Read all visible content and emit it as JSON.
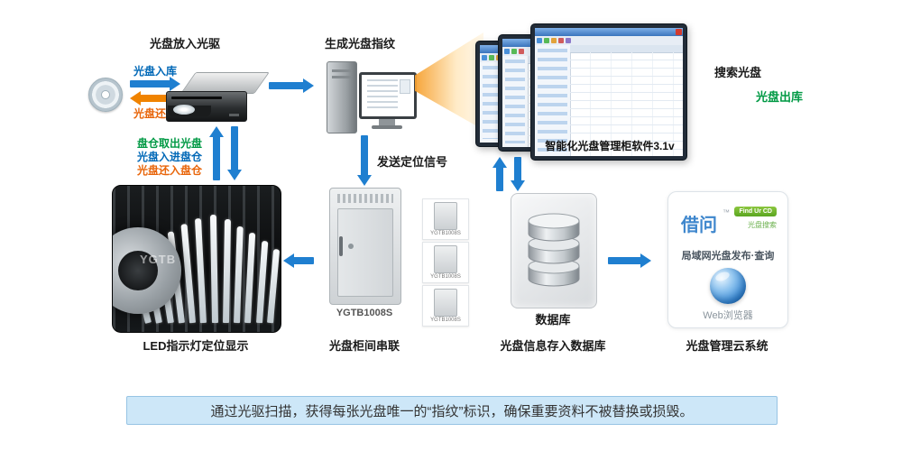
{
  "colors": {
    "arrow_blue": "#1f7fd0",
    "arrow_orange": "#f08300",
    "text_green": "#009944",
    "text_blue": "#0068b7",
    "text_orange": "#e8650a",
    "banner_bg": "#cde7f8"
  },
  "header": {
    "drive_title": "光盘放入光驱",
    "fingerprint_title": "生成光盘指纹"
  },
  "flow": {
    "disc_in": "光盘入库",
    "disc_return": "光盘还库",
    "bin_take_out": "盘仓取出光盘",
    "bin_put_in": "光盘入进盘仓",
    "bin_return": "光盘还入盘仓",
    "send_signal": "发送定位信号",
    "search_disc": "搜索光盘",
    "disc_out": "光盘出库"
  },
  "software": {
    "title": "智能化光盘管理柜软件3.1v"
  },
  "sections": {
    "led_caption": "LED指示灯定位显示",
    "led_watermark": "YGTB",
    "cabinet_model": "YGTB1008S",
    "cabinet_caption": "光盘柜间串联",
    "database_label": "数据库",
    "database_caption": "光盘信息存入数据库",
    "cloud_caption": "光盘管理云系统"
  },
  "cloud": {
    "brand": "借问",
    "trademark": "™",
    "badge": "Find Ur CD",
    "badge_sub": "光盘搜索",
    "desc": "局域网光盘发布·查询",
    "browser": "Web浏览器"
  },
  "banner": {
    "text": "通过光驱扫描，获得每张光盘唯一的“指纹”标识，确保重要资料不被替换或损毁。"
  }
}
